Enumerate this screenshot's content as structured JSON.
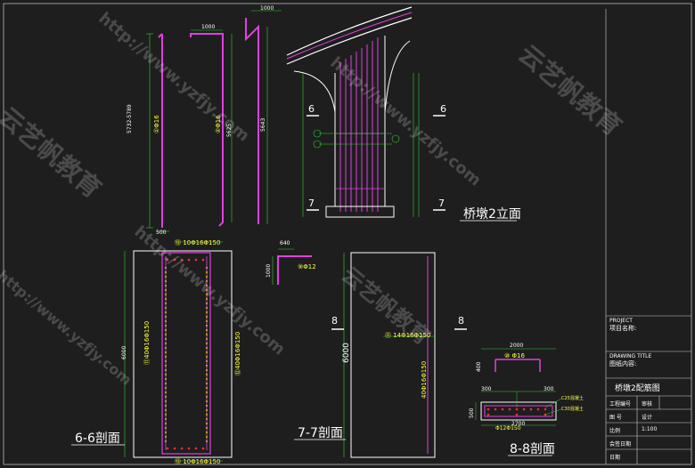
{
  "titles": {
    "elev": "桥墩2立面",
    "s66": "6-6剖面",
    "s77": "7-7剖面",
    "s88": "8-8剖面"
  },
  "marks": {
    "m6": "6",
    "m7": "7",
    "m8": "8"
  },
  "dims": {
    "d1000": "1000",
    "d500": "500",
    "d5732": "5732-5789",
    "d5625": "5625",
    "d5643": "5643",
    "d6000": "6000",
    "d6000b": "6000",
    "d640": "640",
    "d1000b": "1000",
    "d2000": "2000",
    "d2700": "2700",
    "d300a": "300",
    "d300b": "300",
    "d500b": "500",
    "d400": "400"
  },
  "rebar": {
    "r16a": "①Φ16",
    "r16b": "②Φ16",
    "r12": "⑨Φ12",
    "top66": "⑬ 10Φ16Φ150",
    "bot66": "⑬ 10Φ16Φ150",
    "left66": "⑪40Φ16Φ150",
    "right66": "⑫40Φ16Φ150",
    "s77a": "⑪ 14Φ16Φ150",
    "s77b": "40Φ16Φ150",
    "s88a": "⑩ Φ16",
    "s88b": "C25混凝土",
    "s88c": "C30混凝土",
    "s88d": "Φ12Φ150"
  },
  "titleblock": {
    "proj_en": "PROJECT",
    "proj": "项目名称:",
    "content_en": "DRAWING TITLE",
    "content": "图纸内容:",
    "name": "桥墩2配筋图",
    "r1": "工程编号",
    "r2": "图    号",
    "r3": "比例",
    "r3v": "1:100",
    "r4": "会签日期",
    "r5": "审核",
    "r6": "设计",
    "r7": "日期"
  },
  "watermarks": {
    "brand": "云艺帆教育",
    "url": "http://www.yzfjy.com"
  }
}
